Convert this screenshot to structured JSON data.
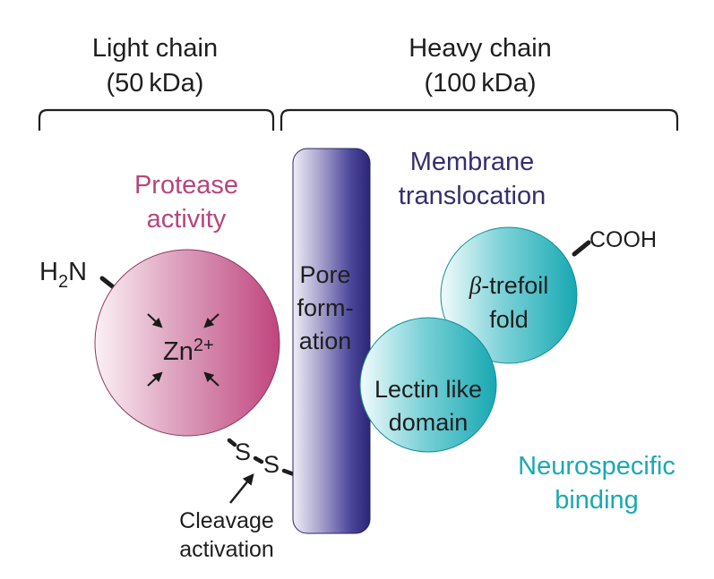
{
  "light_chain": {
    "title": "Light chain",
    "mass": "(50 kDa)"
  },
  "heavy_chain": {
    "title": "Heavy chain",
    "mass": "(100 kDa)"
  },
  "protease": {
    "label_line1": "Protease",
    "label_line2": "activity",
    "ion": "Zn",
    "ion_charge": "2+",
    "color": "#b8457c"
  },
  "n_terminus": {
    "h": "H",
    "sub": "2",
    "n": "N"
  },
  "c_terminus": "COOH",
  "disulfide": {
    "s1": "S",
    "s2": "S"
  },
  "cleavage": {
    "line1": "Cleavage",
    "line2": "activation"
  },
  "pore": {
    "line1": "Pore",
    "line2": "form-",
    "line3": "ation",
    "color": "#3a3580"
  },
  "translocation": {
    "line1": "Membrane",
    "line2": "translocation",
    "color": "#34306e"
  },
  "trefoil": {
    "beta": "β",
    "line1_rest": "-trefoil",
    "line2": "fold"
  },
  "lectin": {
    "line1": "Lectin like",
    "line2": "domain"
  },
  "binding": {
    "line1": "Neurospecific",
    "line2": "binding",
    "color": "#1aa9b3"
  }
}
